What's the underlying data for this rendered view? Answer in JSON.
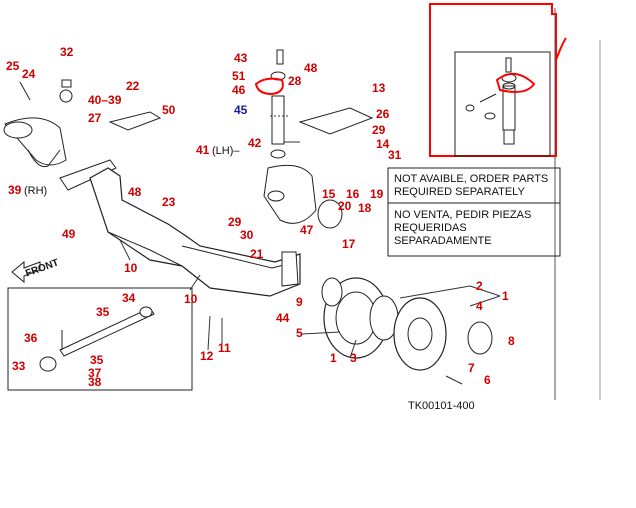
{
  "notes": {
    "english": [
      "NOT AVAIBLE, ORDER PARTS",
      "REQUIRED SEPARATELY"
    ],
    "spanish": [
      "NO VENTA, PEDIR PIEZAS",
      "REQUERIDAS",
      "SEPARADAMENTE"
    ]
  },
  "front_label": "FRONT",
  "drawing_code": "TK00101-400",
  "colors": {
    "callout": "#d00000",
    "highlight": "#ff0000",
    "blue_callout": "#1a1aa0",
    "line": "#222222"
  },
  "callouts": {
    "n32": "32",
    "n25": "25",
    "n24": "24",
    "n40_39": "40–39",
    "n22": "22",
    "n50": "50",
    "n27": "27",
    "n48a": "48",
    "n23": "23",
    "n39rh": "39",
    "rh": "(RH)",
    "n49": "49",
    "n10a": "10",
    "n10b": "10",
    "n43": "43",
    "n51": "51",
    "n28": "28",
    "n48b": "48",
    "n13": "13",
    "n46": "46",
    "n45": "45",
    "n26": "26",
    "n29a": "29",
    "n41": "41",
    "lh": "(LH)–",
    "n42": "42",
    "n14": "14",
    "n31": "31",
    "n15": "15",
    "n16": "16",
    "n19": "19",
    "n20": "20",
    "n18": "18",
    "n29b": "29",
    "n30": "30",
    "n47": "47",
    "n17": "17",
    "n21": "21",
    "n9": "9",
    "n2": "2",
    "n1a": "1",
    "n4": "4",
    "n5": "5",
    "n8": "8",
    "n1b": "1",
    "n3": "3",
    "n7": "7",
    "n6": "6",
    "n44": "44",
    "n12": "12",
    "n11": "11",
    "n34": "34",
    "n35a": "35",
    "n36": "36",
    "n35b": "35",
    "n33": "33",
    "n37": "37",
    "n38": "38"
  }
}
